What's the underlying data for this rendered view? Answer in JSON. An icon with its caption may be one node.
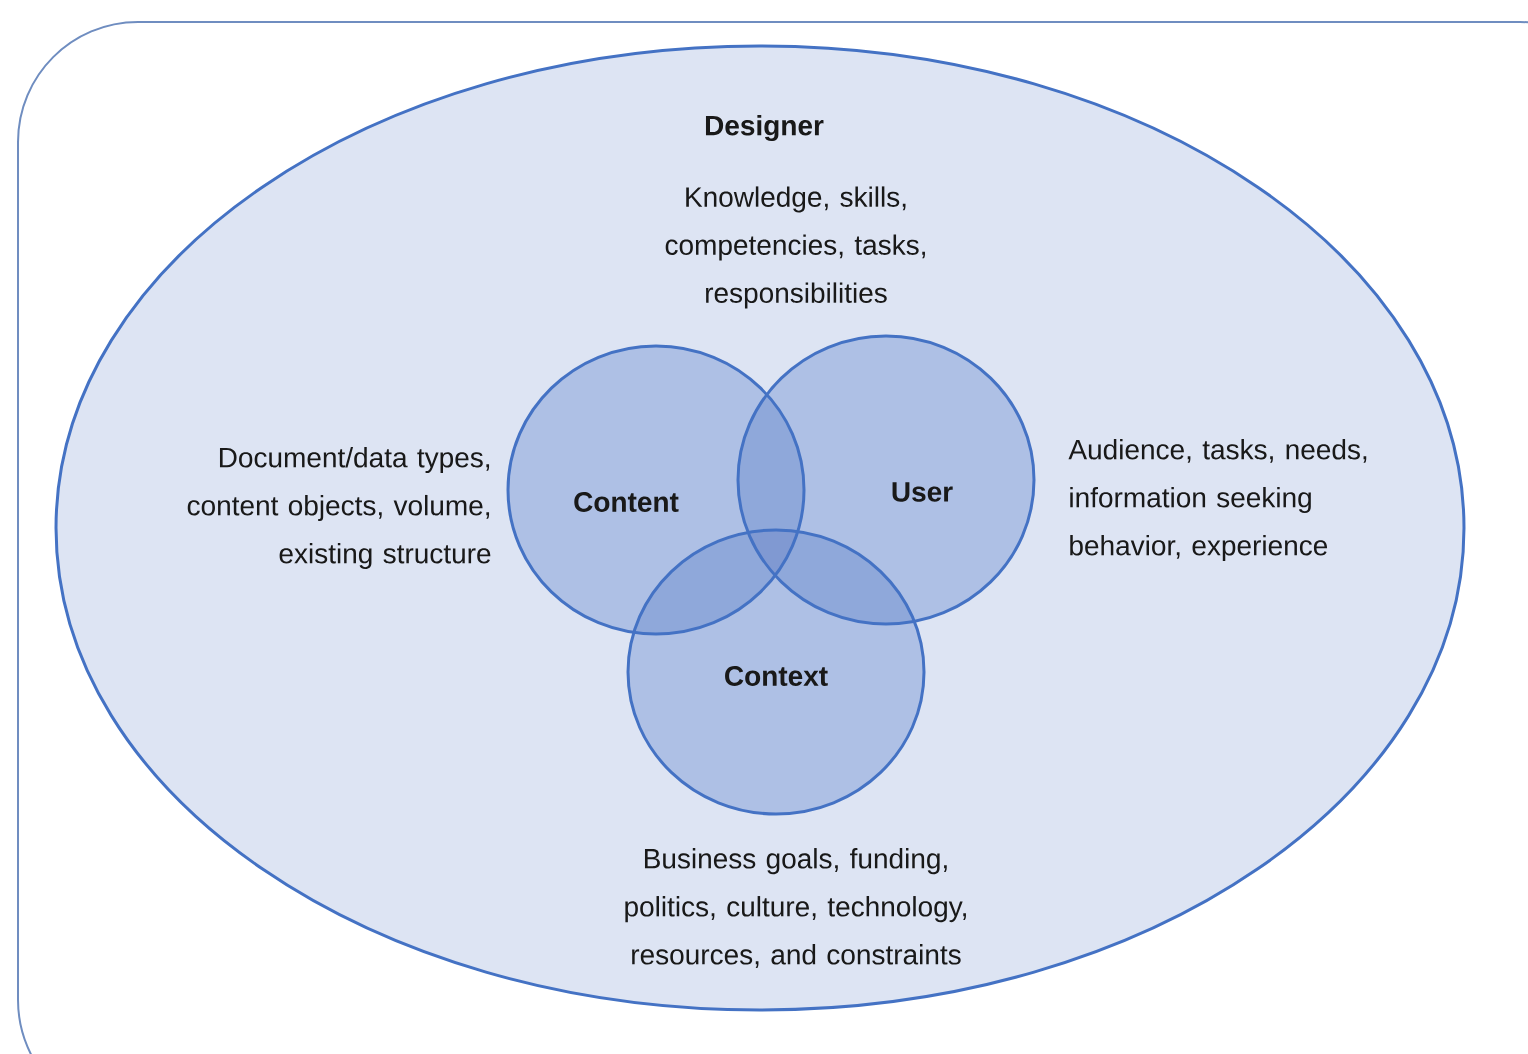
{
  "diagram": {
    "nodes": [
      {
        "text": [
          "Designer",
          "Knowledge, skills, competencies, tasks, responsibilities"
        ]
      },
      {
        "text": [
          "Content"
        ],
        "in": 0,
        "beside": [
          "Document/data types, content objects, volume, existing structure"
        ]
      },
      {
        "text": [
          "User"
        ],
        "in": 0,
        "beside": [
          "Audience, tasks, needs, information seeking behavior, experience"
        ]
      },
      {
        "text": [
          "Context"
        ],
        "in": 0,
        "beside": [
          "Business goals, funding, politics, culture, technology, resources, and constraints"
        ]
      }
    ]
  }
}
